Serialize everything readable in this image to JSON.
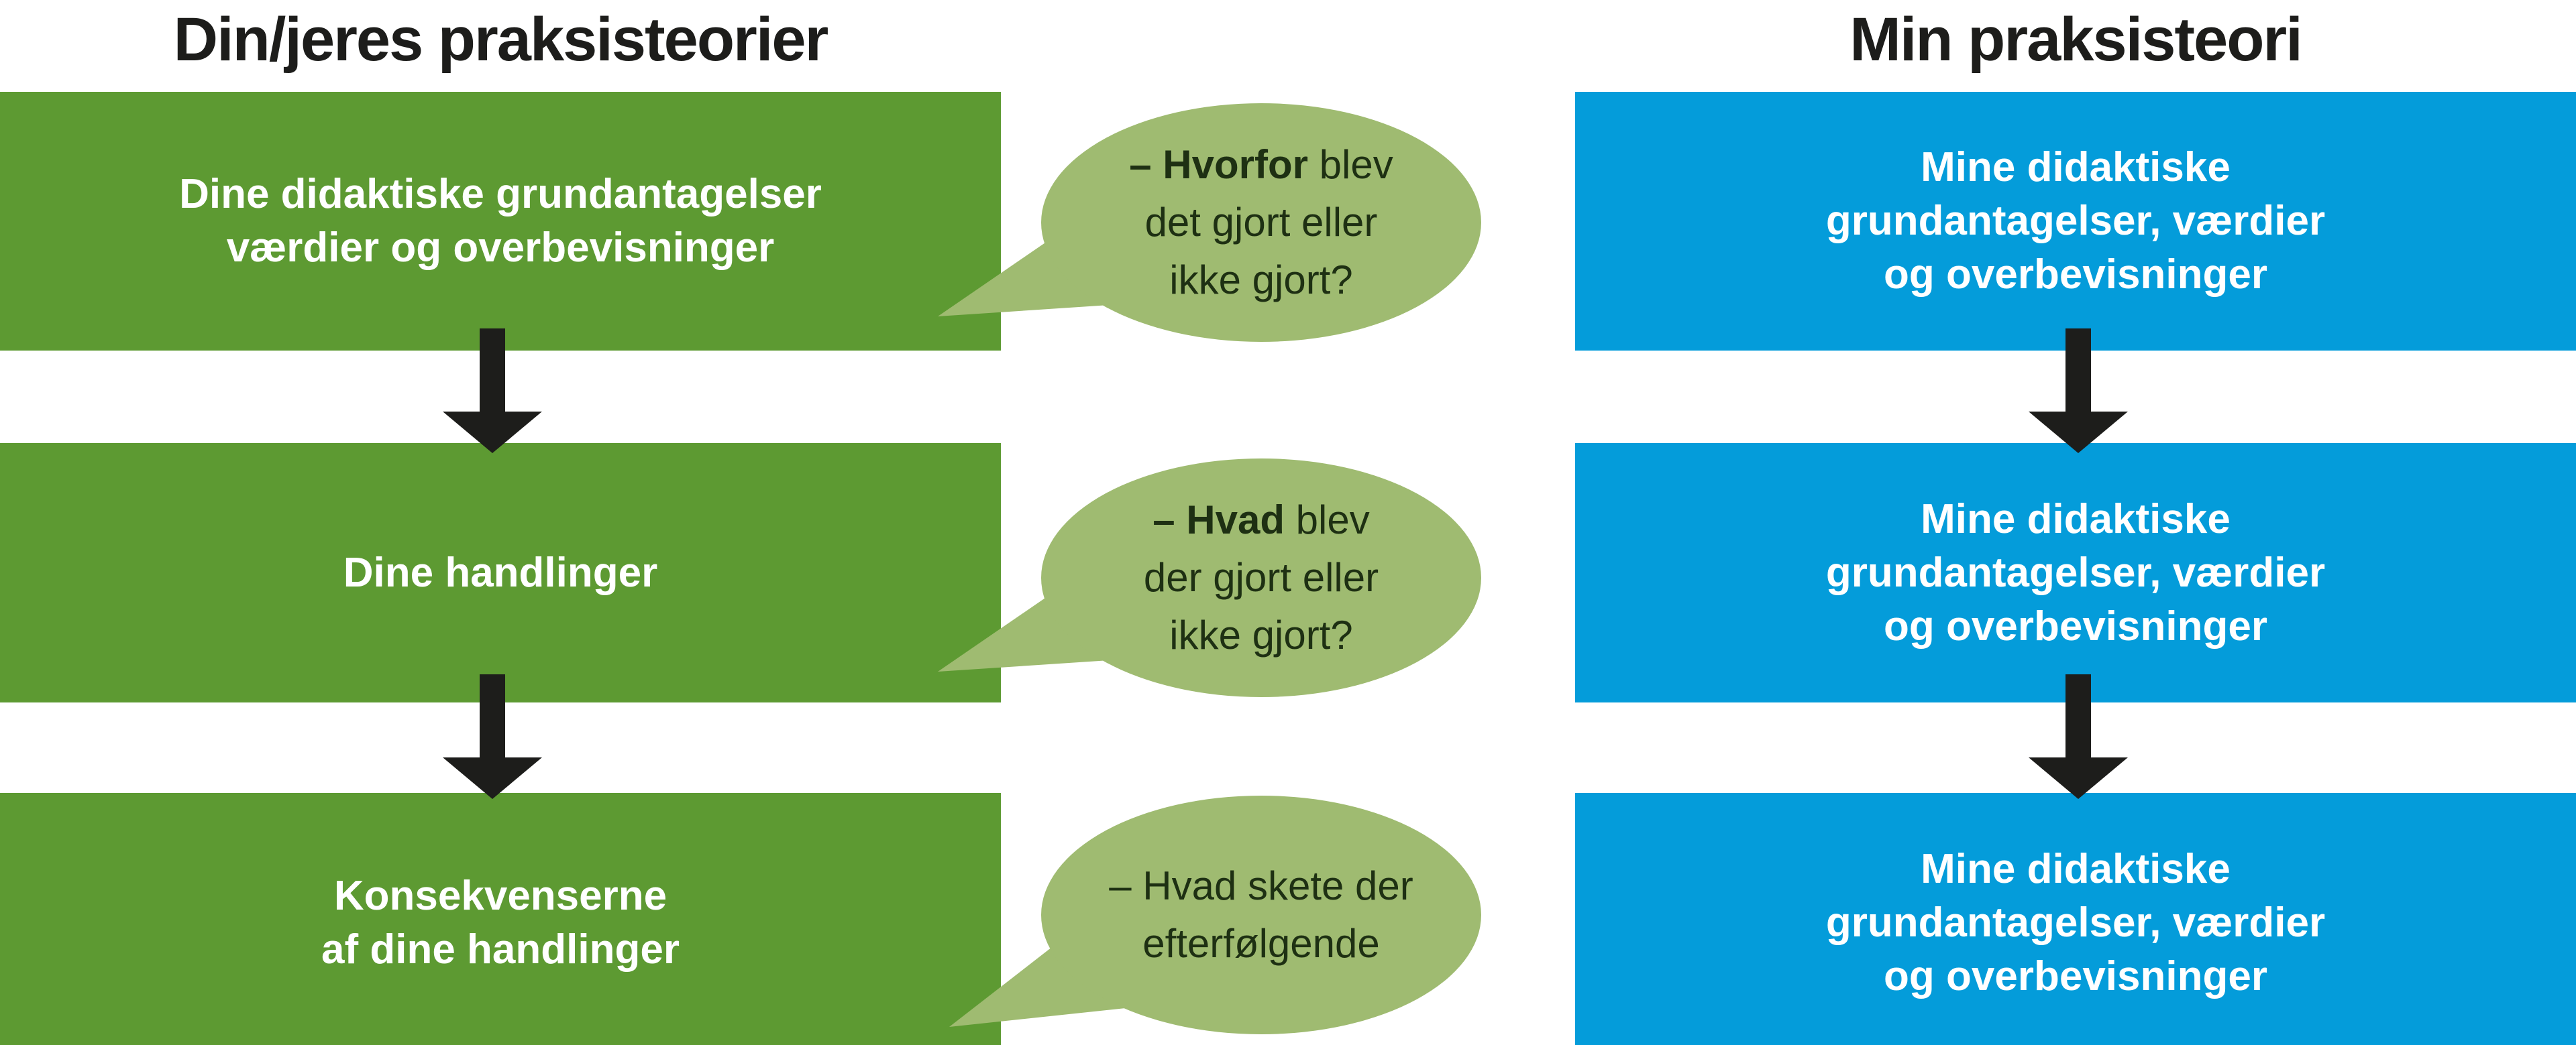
{
  "colors": {
    "box_green": "#5d9a32",
    "bubble_green": "#9fbb71",
    "box_blue": "#049cda",
    "arrow_black": "#1d1d1b",
    "title_black": "#1d1d1b",
    "bubble_text": "#1e3013",
    "box_text": "#ffffff"
  },
  "left_column": {
    "title": "Din/jeres praksisteorier",
    "boxes": [
      {
        "lines": [
          "Dine didaktiske grundantagelser",
          "værdier og overbevisninger"
        ]
      },
      {
        "lines": [
          "Dine handlinger"
        ]
      },
      {
        "lines": [
          "Konsekvenserne",
          "af dine handlinger"
        ]
      }
    ]
  },
  "right_column": {
    "title": "Min praksisteori",
    "boxes": [
      {
        "lines": [
          "Mine didaktiske",
          "grundantagelser, værdier",
          "og overbevisninger"
        ]
      },
      {
        "lines": [
          "Mine didaktiske",
          "grundantagelser, værdier",
          "og overbevisninger"
        ]
      },
      {
        "lines": [
          "Mine didaktiske",
          "grundantagelser, værdier",
          "og overbevisninger"
        ]
      }
    ]
  },
  "bubbles": [
    {
      "lines": [
        {
          "bold_part": "– Hvorfor",
          "rest": " blev"
        },
        {
          "bold_part": "",
          "rest": "det gjort eller"
        },
        {
          "bold_part": "",
          "rest": "ikke gjort?"
        }
      ]
    },
    {
      "lines": [
        {
          "bold_part": "– Hvad",
          "rest": " blev"
        },
        {
          "bold_part": "",
          "rest": "der gjort eller"
        },
        {
          "bold_part": "",
          "rest": "ikke gjort?"
        }
      ]
    },
    {
      "lines": [
        {
          "bold_part": "",
          "rest": "– Hvad skete der"
        },
        {
          "bold_part": "",
          "rest": "efterfølgende"
        }
      ]
    }
  ]
}
